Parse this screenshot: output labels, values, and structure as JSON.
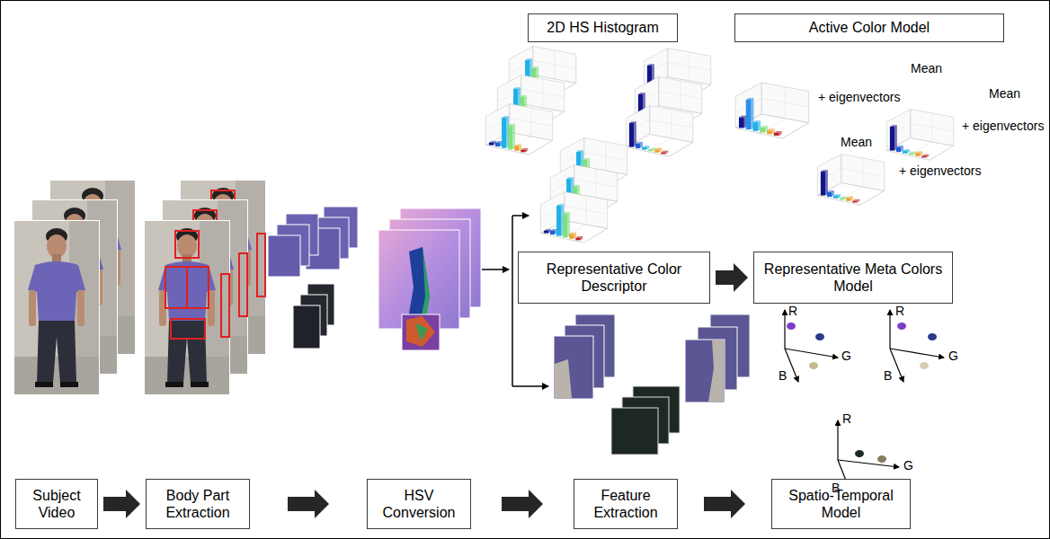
{
  "diagram": {
    "nodes": [
      {
        "text": [
          "2D HS Histogram"
        ]
      },
      {
        "text": [
          "Active Color Model"
        ]
      },
      {
        "text": [
          "Representative Color Descriptor"
        ]
      },
      {
        "text": [
          "Representative Meta Colors Model"
        ]
      },
      {
        "text": [
          "Subject Video"
        ]
      },
      {
        "text": [
          "Body Part Extraction"
        ]
      },
      {
        "text": [
          "HSV Conversion"
        ]
      },
      {
        "text": [
          "Feature Extraction"
        ]
      },
      {
        "text": [
          "Spatio-Temporal Model"
        ]
      }
    ],
    "edges": [
      {
        "from": 2,
        "to": 3,
        "arrow": "to"
      },
      {
        "from": 4,
        "to": 5,
        "arrow": "to"
      },
      {
        "from": 5,
        "to": 6,
        "arrow": "to"
      },
      {
        "from": 6,
        "to": 7,
        "arrow": "to"
      },
      {
        "from": 7,
        "to": 8,
        "arrow": "to"
      }
    ],
    "labels": [
      "Mean",
      "+ eigenvectors",
      "Mean",
      "+ eigenvectors",
      "Mean",
      "+ eigenvectors",
      "R",
      "G",
      "B",
      "R",
      "G",
      "B",
      "R",
      "G",
      "B"
    ]
  }
}
